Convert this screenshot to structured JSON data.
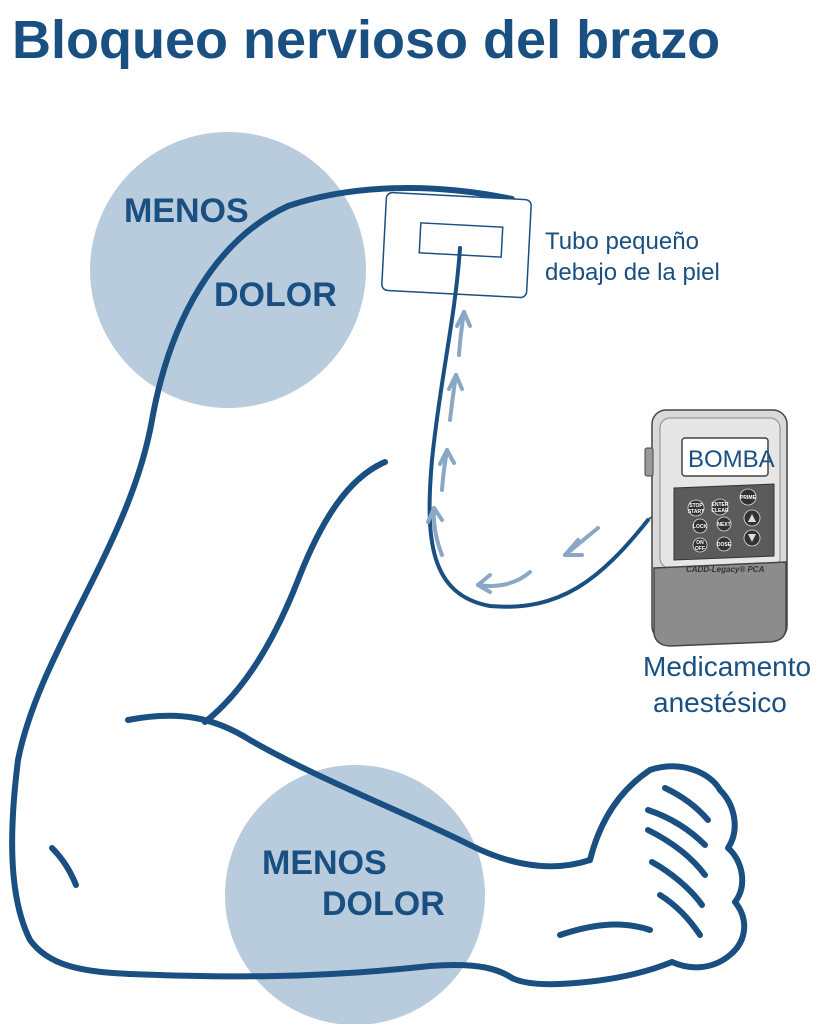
{
  "title": "Bloqueo nervioso del brazo",
  "bubbles": [
    {
      "line1": "MENOS",
      "line2": "DOLOR"
    },
    {
      "line1": "MENOS",
      "line2": "DOLOR"
    }
  ],
  "labels": {
    "tube_line1": "Tubo pequeño",
    "tube_line2": "debajo de la piel",
    "med_line1": "Medicamento",
    "med_line2": "anestésico"
  },
  "pump": {
    "screen": "BOMBA",
    "brand": "CADD-Legacy® PCA",
    "buttons": {
      "stop_start_1": "STOP",
      "stop_start_2": "START",
      "enter_clear_1": "ENTER",
      "enter_clear_2": "CLEAR",
      "prime": "PRIME",
      "lock": "LOCK",
      "next": "NEXT",
      "on_off_1": "ON",
      "on_off_2": "OFF",
      "dose": "DOSE"
    }
  },
  "colors": {
    "navy": "#1a4f82",
    "bubble": "#b8ccdd",
    "arrow": "#8aa8c6",
    "pump_body": "#d9d9d9",
    "pump_base": "#8c8c8c",
    "pump_panel": "#5b5b5b"
  },
  "icons": {
    "up_button": "triangle-up-icon",
    "down_button": "triangle-down-icon"
  }
}
